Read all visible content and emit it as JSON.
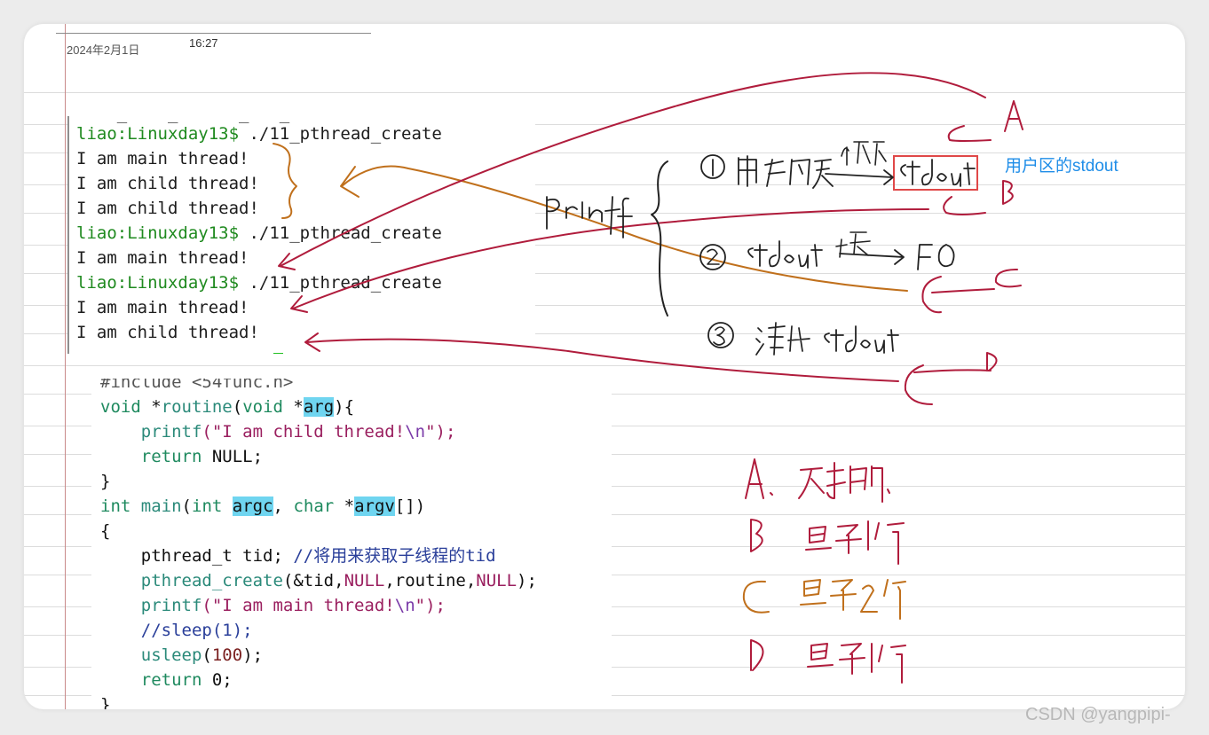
{
  "header": {
    "date": "2024年2月1日",
    "time": "16:27"
  },
  "terminal": {
    "lines": [
      {
        "prompt": "liao:Linuxday13$",
        "cmd": " ./11_pthread_create"
      },
      {
        "text": "I am main thread!"
      },
      {
        "text": "I am child thread!"
      },
      {
        "text": "I am child thread!"
      },
      {
        "prompt": "liao:Linuxday13$",
        "cmd": " ./11_pthread_create"
      },
      {
        "text": "I am main thread!"
      },
      {
        "prompt": "liao:Linuxday13$",
        "cmd": " ./11_pthread_create"
      },
      {
        "text": "I am main thread!"
      },
      {
        "text": "I am child thread!"
      }
    ]
  },
  "code": {
    "l0": "#include <54func.h>",
    "l1_a": "void",
    "l1_b": " *",
    "l1_c": "routine",
    "l1_d": "(",
    "l1_e": "void",
    "l1_f": " *",
    "l1_g": "arg",
    "l1_h": "){",
    "l2_a": "    ",
    "l2_b": "printf",
    "l2_c": "(\"I am child thread!",
    "l2_d": "\\n",
    "l2_e": "\");",
    "l3_a": "    ",
    "l3_b": "return",
    "l3_c": " NULL;",
    "l4": "}",
    "l5_a": "int",
    "l5_b": " ",
    "l5_c": "main",
    "l5_d": "(",
    "l5_e": "int",
    "l5_f": " ",
    "l5_g": "argc",
    "l5_h": ", ",
    "l5_i": "char",
    "l5_j": " *",
    "l5_k": "argv",
    "l5_l": "[])",
    "l6": "{",
    "l7_a": "    pthread_t tid; ",
    "l7_b": "//将用来获取子线程的tid",
    "l8_a": "    ",
    "l8_b": "pthread_create",
    "l8_c": "(&tid,",
    "l8_d": "NULL",
    "l8_e": ",routine,",
    "l8_f": "NULL",
    "l8_g": ");",
    "l9_a": "    ",
    "l9_b": "printf",
    "l9_c": "(\"I am main thread!",
    "l9_d": "\\n",
    "l9_e": "\");",
    "l10_a": "    ",
    "l10_b": "//sleep(1);",
    "l11_a": "    ",
    "l11_b": "usleep",
    "l11_c": "(",
    "l11_d": "100",
    "l11_e": ");",
    "l12_a": "    ",
    "l12_b": "return",
    "l12_c": " 0;",
    "l13": "}"
  },
  "annotations": {
    "user_stdout_note": "用户区的stdout"
  },
  "watermark": "CSDN @yangpipi-",
  "colors": {
    "prompt_green": "#1f8a1f",
    "ink_red": "#b01c3c",
    "ink_orange": "#c0701c",
    "ink_dark": "#222222",
    "note_blue": "#1e8de8",
    "highlight": "#6fd5f0"
  }
}
